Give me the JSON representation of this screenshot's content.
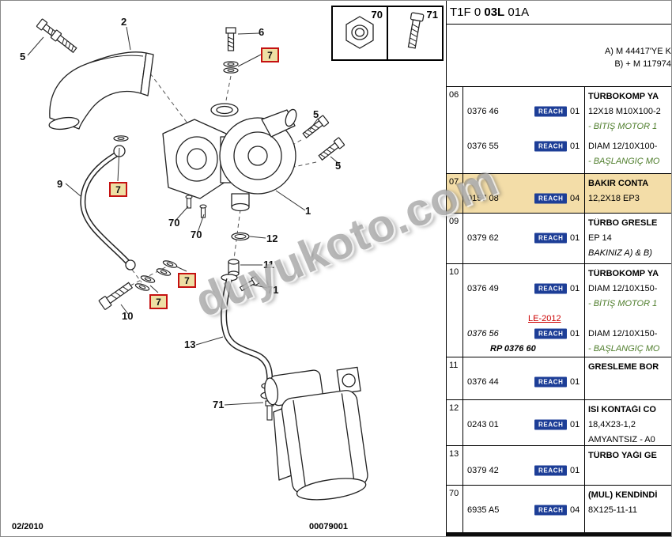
{
  "watermark": {
    "text": "duyukoto.com"
  },
  "diagram": {
    "inset": {
      "items": [
        {
          "label": "70"
        },
        {
          "label": "71"
        }
      ]
    },
    "callouts": [
      {
        "label": "5"
      },
      {
        "label": "2"
      },
      {
        "label": "6"
      },
      {
        "label": "7",
        "highlight": true
      },
      {
        "label": "5"
      },
      {
        "label": "5"
      },
      {
        "label": "9"
      },
      {
        "label": "7",
        "highlight": true
      },
      {
        "label": "1"
      },
      {
        "label": "70"
      },
      {
        "label": "70"
      },
      {
        "label": "12"
      },
      {
        "label": "11"
      },
      {
        "label": "7",
        "highlight": true
      },
      {
        "label": "71"
      },
      {
        "label": "7",
        "highlight": true
      },
      {
        "label": "10"
      },
      {
        "label": "13"
      },
      {
        "label": "71"
      }
    ],
    "footer": {
      "date": "02/2010",
      "doc_number": "00079001"
    }
  },
  "header": {
    "code_prefix": "T1F 0 ",
    "code_bold": "03L",
    "code_suffix": " 01A"
  },
  "notes": {
    "line_a": "A) M 44417'YE K",
    "line_b": "B) + M 117974"
  },
  "table": {
    "reach_label": "REACH",
    "rows": [
      {
        "ref": "06",
        "title": "TÜRBOKOMP YA",
        "e1_part": "0376 46",
        "e1_qty": "01",
        "e1_desc": "12X18 M10X100-2",
        "e1_note": "- BİTİŞ MOTOR 1",
        "e2_part": "0376 55",
        "e2_qty": "01",
        "e2_desc": "DIAM 12/10X100-",
        "e2_note": "- BAŞLANGIÇ MO"
      },
      {
        "ref": "07",
        "title": "BAKIR CONTA",
        "part": "0157 08",
        "qty": "04",
        "desc": "12,2X18 EP3"
      },
      {
        "ref": "09",
        "title": "TÜRBO GRESLE",
        "part": "0379 62",
        "qty": "01",
        "desc": "EP 14",
        "note": "BAKINIZ A) & B)"
      },
      {
        "ref": "10",
        "title": "TÜRBOKOMP YA",
        "e1_part": "0376 49",
        "e1_qty": "01",
        "e1_desc": "DIAM 12/10X150-",
        "e1_note": "- BİTİŞ MOTOR 1",
        "e1_link": "LE-2012",
        "e2_part": "0376 56",
        "e2_qty": "01",
        "e2_desc": "DIAM 12/10X150-",
        "e2_rp": "RP 0376 60",
        "e2_note": "- BAŞLANGIÇ MO"
      },
      {
        "ref": "11",
        "title": "GRESLEME BOR",
        "part": "0376 44",
        "qty": "01"
      },
      {
        "ref": "12",
        "title": "ISI KONTAĞI CO",
        "part": "0243 01",
        "qty": "01",
        "desc": "18,4X23-1,2",
        "desc2": "AMYANTSIZ - A0"
      },
      {
        "ref": "13",
        "title": "TÜRBO YAĞI GE",
        "part": "0379 42",
        "qty": "01"
      },
      {
        "ref": "70",
        "title": "(MUL) KENDİNDİ",
        "part": "6935 A5",
        "qty": "04",
        "desc": "8X125-11-11"
      }
    ]
  }
}
